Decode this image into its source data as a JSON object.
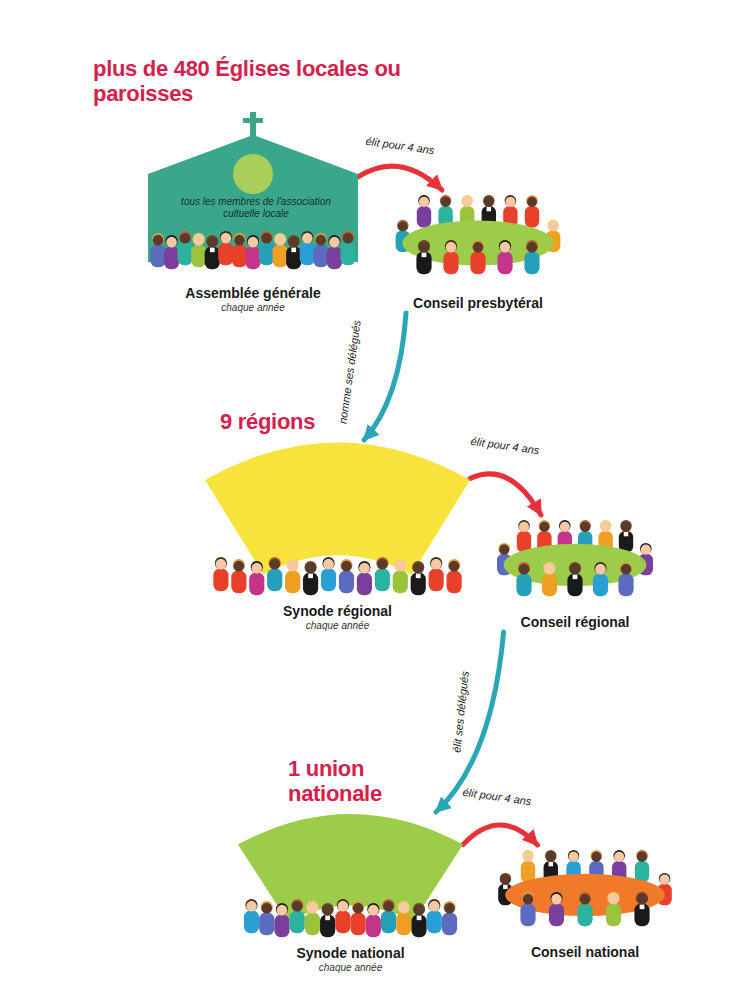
{
  "diagram": {
    "nodes": [
      {
        "text": [
          "plus de 480 Églises locales ou paroisses",
          "tous les membres de l'association cultuelle locale",
          "Assemblée générale",
          "chaque année"
        ]
      },
      {
        "text": [
          "Conseil presbytéral"
        ]
      },
      {
        "text": [
          "9 régions",
          "Synode régional",
          "chaque année"
        ]
      },
      {
        "text": [
          "Conseil régional"
        ]
      },
      {
        "text": [
          "1 union nationale",
          "Synode national",
          "chaque année"
        ]
      },
      {
        "text": [
          "Conseil national"
        ]
      }
    ],
    "edges": [
      {
        "from": 0,
        "to": 1,
        "label": "élit pour 4 ans",
        "arrow": "to"
      },
      {
        "from": 1,
        "to": 2,
        "label": "nomme ses délégués",
        "arrow": "to"
      },
      {
        "from": 2,
        "to": 3,
        "label": "élit pour 4 ans",
        "arrow": "to"
      },
      {
        "from": 3,
        "to": 4,
        "label": "élit ses délégués",
        "arrow": "to"
      },
      {
        "from": 4,
        "to": 5,
        "label": "élit pour 4 ans",
        "arrow": "to"
      }
    ]
  }
}
